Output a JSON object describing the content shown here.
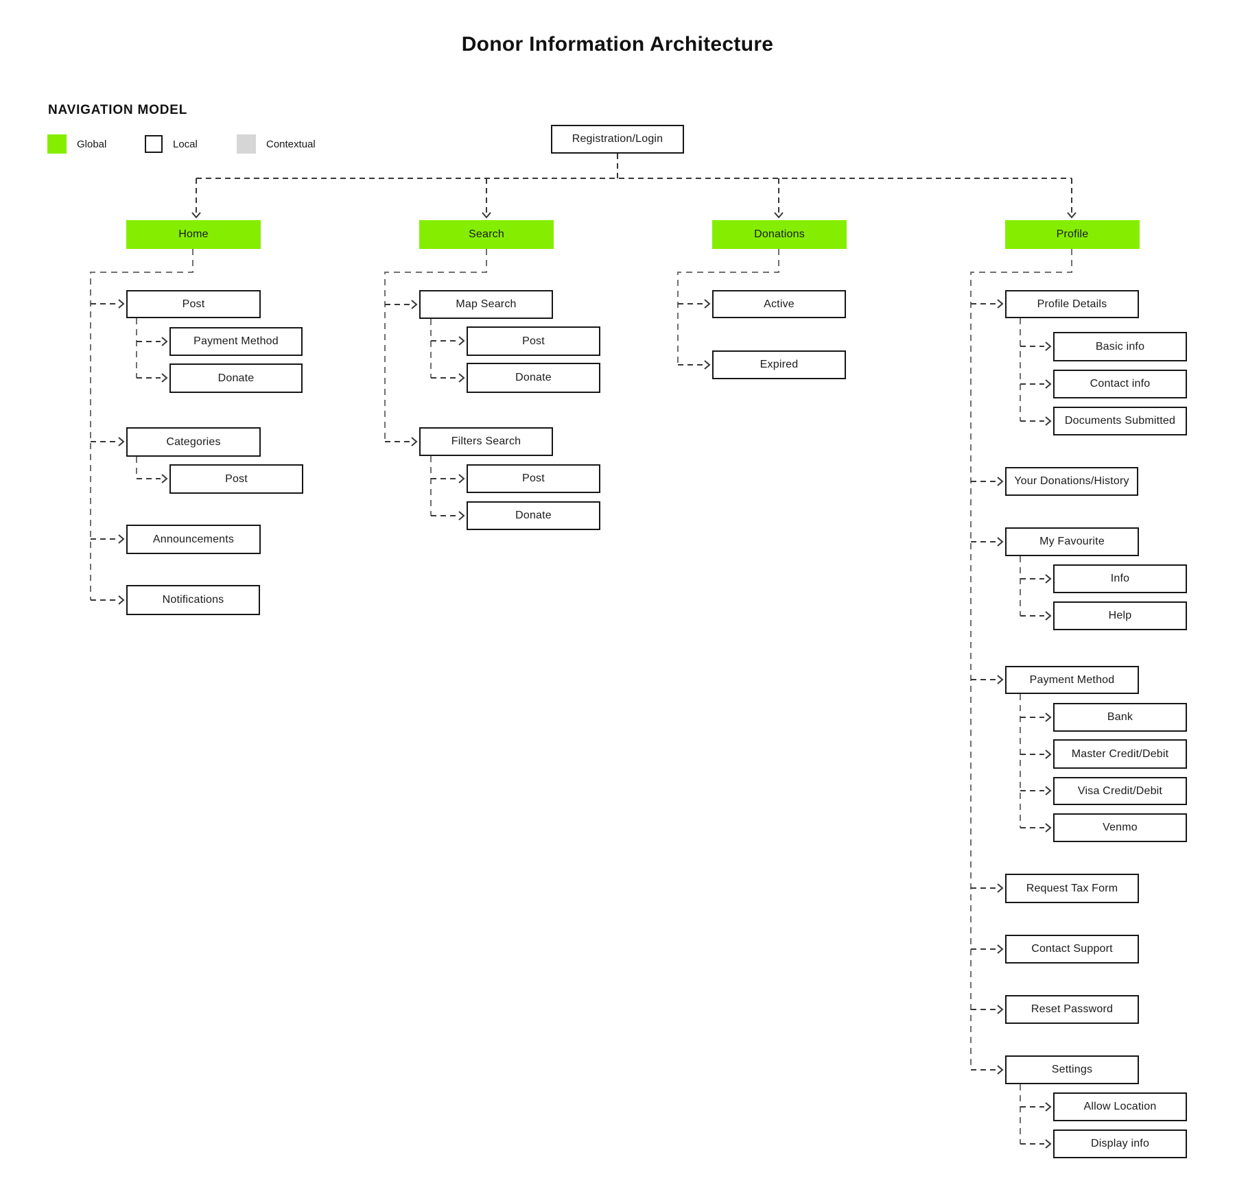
{
  "title": "Donor Information Architecture",
  "legend": {
    "heading": "NAVIGATION MODEL",
    "items": [
      {
        "label": "Global",
        "color": "#85EE00"
      },
      {
        "label": "Local",
        "color": "#FFFFFF"
      },
      {
        "label": "Contextual",
        "color": "#D6D6D6"
      }
    ]
  },
  "colors": {
    "global_green": "#85EE00",
    "contextual_gray": "#D6D6D6",
    "local_white": "#FFFFFF",
    "box_border": "#161616",
    "line_dark": "#353535",
    "line_gray": "#6F6F6F"
  },
  "nodes": {
    "root": "Registration/Login",
    "home": "Home",
    "home_post": "Post",
    "home_post_payment": "Payment Method",
    "home_post_donate": "Donate",
    "home_categories": "Categories",
    "home_categories_post": "Post",
    "home_announcements": "Announcements",
    "home_notifications": "Notifications",
    "search": "Search",
    "search_map": "Map Search",
    "search_map_post": "Post",
    "search_map_donate": "Donate",
    "search_filters": "Filters Search",
    "search_filters_post": "Post",
    "search_filters_donate": "Donate",
    "donations": "Donations",
    "donations_active": "Active",
    "donations_expired": "Expired",
    "profile": "Profile",
    "profile_details": "Profile Details",
    "profile_details_basic": "Basic info",
    "profile_details_contact": "Contact info",
    "profile_details_documents": "Documents Submitted",
    "profile_history": "Your Donations/History",
    "profile_favourite": "My Favourite",
    "profile_favourite_info": "Info",
    "profile_favourite_help": "Help",
    "profile_payment": "Payment Method",
    "profile_payment_bank": "Bank",
    "profile_payment_master": "Master Credit/Debit",
    "profile_payment_visa": "Visa Credit/Debit",
    "profile_payment_venmo": "Venmo",
    "profile_tax": "Request Tax Form",
    "profile_support": "Contact Support",
    "profile_reset": "Reset Password",
    "profile_settings": "Settings",
    "profile_settings_location": "Allow Location",
    "profile_settings_display": "Display info"
  }
}
